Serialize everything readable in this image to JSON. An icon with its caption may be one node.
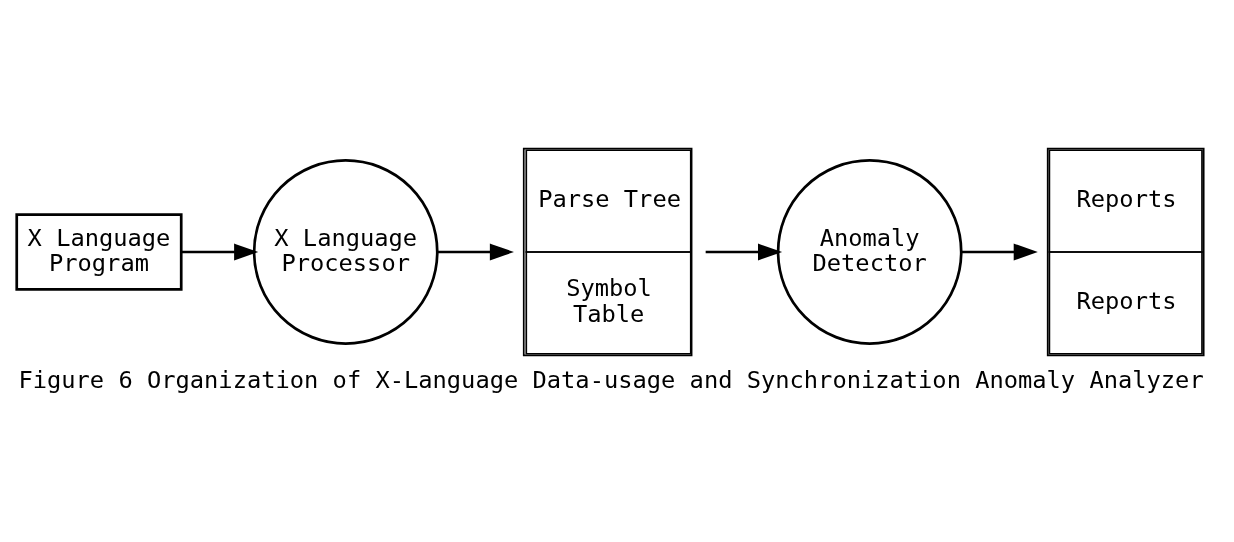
{
  "diagram": {
    "caption": "Figure 6 Organization of X-Language Data-usage and Synchronization Anomaly Analyzer",
    "nodes": [
      {
        "text": [
          "X Language Program"
        ]
      },
      {
        "text": [
          "X Language Processor"
        ]
      },
      {
        "text": [
          "Parse Tree",
          "Symbol Table"
        ]
      },
      {
        "text": [
          "Anomaly Detector"
        ]
      },
      {
        "text": [
          "Reports",
          "Reports"
        ]
      }
    ],
    "edges": [
      {
        "from": 0,
        "to": 1,
        "arrow": "to"
      },
      {
        "from": 1,
        "to": 2,
        "arrow": "to"
      },
      {
        "from": 2,
        "to": 3,
        "arrow": "to"
      },
      {
        "from": 3,
        "to": 4,
        "arrow": "to"
      }
    ]
  }
}
